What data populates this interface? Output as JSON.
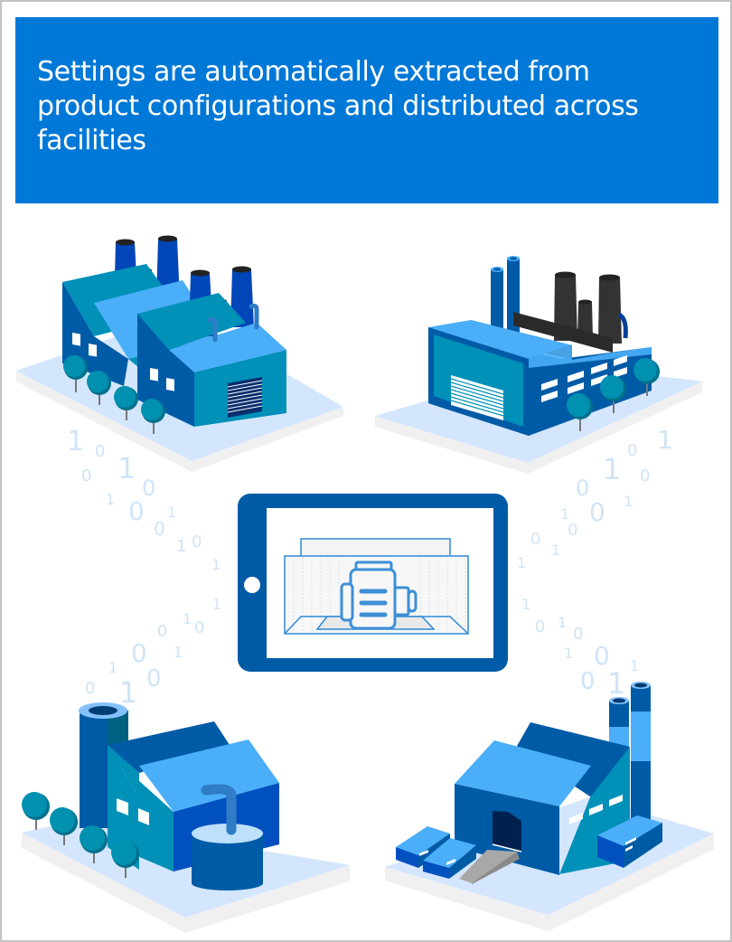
{
  "banner": {
    "title": "Settings are automatically extracted from product configurations and distributed across facilities",
    "background": "#0078d7",
    "text_color": "#ffffff"
  },
  "illustration": {
    "center_device": {
      "type": "tablet",
      "content": "3D product configuration wireframe of a motor on a grid",
      "frame_color": "#005ba6",
      "line_color": "#2f8ad6"
    },
    "facilities": [
      {
        "position": "top-left",
        "description": "Twin sawtooth-roof factory with four tall chimneys, trees, rolling door"
      },
      {
        "position": "top-right",
        "description": "Flat factory with two blue pipes, three dark smokestacks, trees, rolling door"
      },
      {
        "position": "bottom-left",
        "description": "Factory with silo, storage tank with pipe, trees"
      },
      {
        "position": "bottom-right",
        "description": "Warehouse with loading ramp, two striped chimneys, shipping containers"
      }
    ],
    "data_streams": [
      {
        "from": "center",
        "to": "top-left",
        "digits": [
          "1",
          "0",
          "0",
          "1",
          "0",
          "1",
          "0",
          "1",
          "0",
          "1",
          "0",
          "1"
        ]
      },
      {
        "from": "center",
        "to": "top-right",
        "digits": [
          "1",
          "0",
          "1",
          "0",
          "0",
          "1",
          "0",
          "1",
          "0",
          "1",
          "0",
          "1"
        ]
      },
      {
        "from": "center",
        "to": "bottom-left",
        "digits": [
          "1",
          "1",
          "0",
          "0",
          "1",
          "0",
          "0",
          "1",
          "0",
          "1",
          "0",
          "0",
          "1",
          "0"
        ]
      },
      {
        "from": "center",
        "to": "bottom-right",
        "digits": [
          "1",
          "0",
          "1",
          "0",
          "1",
          "0",
          "0",
          "1",
          "1"
        ]
      }
    ],
    "colors": {
      "roof_light": "#4aaef9",
      "wall_teal": "#0090b8",
      "wall_dark": "#005ba6",
      "wall_blue": "#0050c0",
      "chimney": "#0046b8",
      "smokestack_dark": "#333333",
      "tree": "#0090b0",
      "base_top": "#d4e6fd",
      "base_side": "#f0f0f0",
      "binary_digits": "#cfe4f8"
    }
  }
}
